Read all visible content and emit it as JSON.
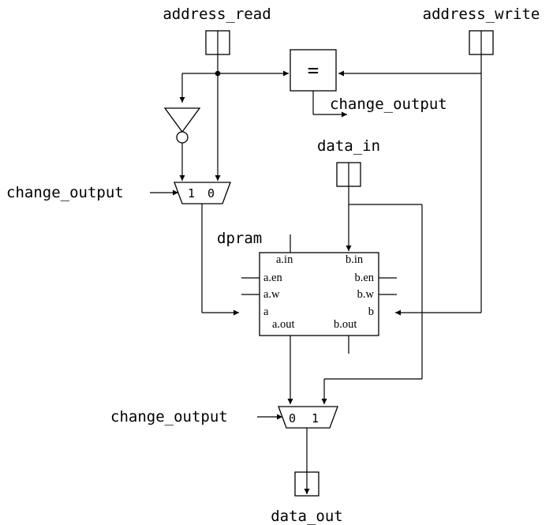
{
  "signals": {
    "address_read": "address_read",
    "address_write": "address_write",
    "data_in": "data_in",
    "data_out": "data_out"
  },
  "comparator": {
    "symbol": "=",
    "output_label": "change_output"
  },
  "mux_top": {
    "select_label": "change_output",
    "input_1": "1",
    "input_0": "0"
  },
  "mux_bottom": {
    "select_label": "change_output",
    "input_0": "0",
    "input_1": "1"
  },
  "dpram": {
    "title": "dpram",
    "ports": {
      "a_in": "a.in",
      "b_in": "b.in",
      "a_en": "a.en",
      "b_en": "b.en",
      "a_w": "a.w",
      "b_w": "b.w",
      "a": "a",
      "b": "b",
      "a_out": "a.out",
      "b_out": "b.out"
    }
  }
}
